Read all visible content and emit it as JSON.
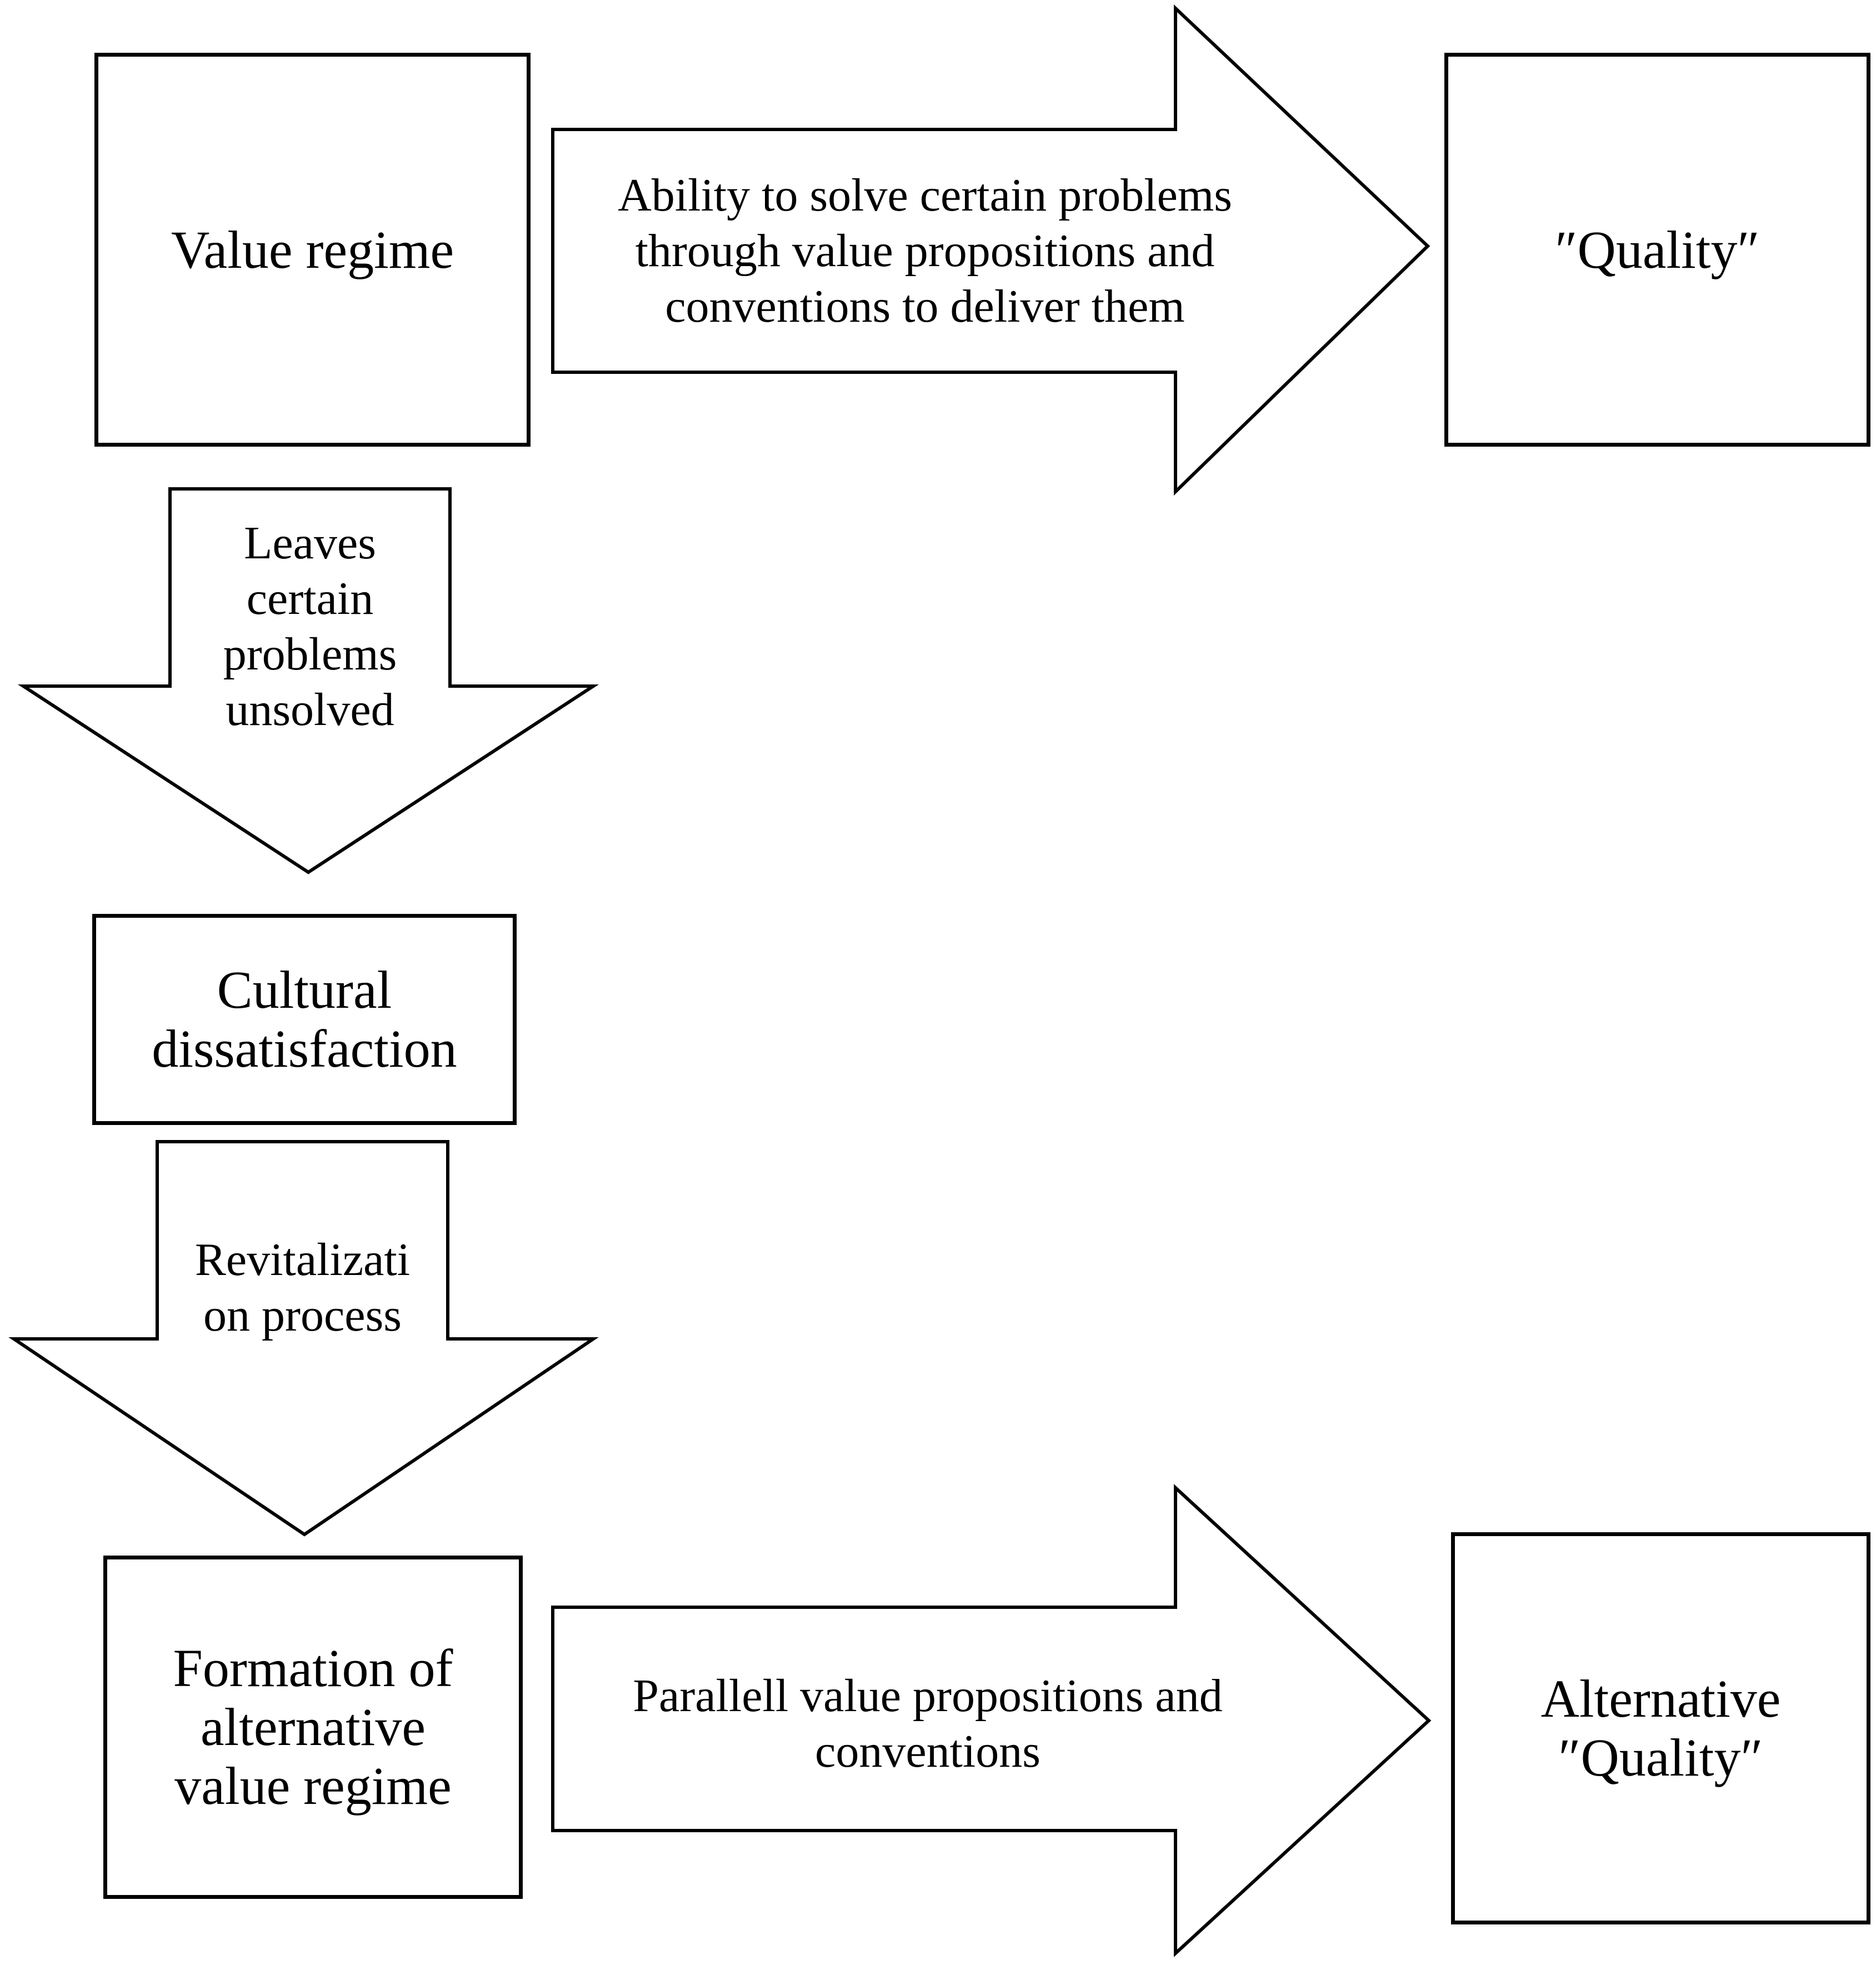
{
  "diagram": {
    "colors": {
      "background": "#ffffff",
      "line": "#000000",
      "text": "#000000"
    },
    "boxes": {
      "value_regime": "Value regime",
      "quality": "″Quality″",
      "cultural_dissatisfaction": "Cultural\ndissatisfaction",
      "formation_alternative": "Formation of\nalternative\nvalue regime",
      "alternative_quality": "Alternative\n″Quality″"
    },
    "arrows": {
      "ability": "Ability to solve certain problems\nthrough value propositions and\nconventions to deliver them",
      "leaves": "Leaves\ncertain\nproblems\nunsolved",
      "revitalization": "Revitalizati\non process",
      "parallel": "Parallell value propositions and\nconventions"
    }
  }
}
